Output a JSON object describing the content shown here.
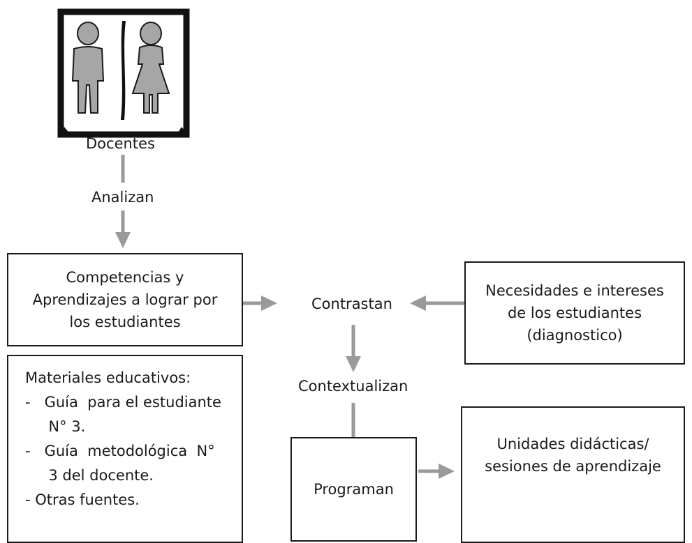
{
  "title": {
    "label": "Docentes"
  },
  "verbs": {
    "analizan": "Analizan",
    "contrastan": "Contrastan",
    "contextualizan": "Contextualizan"
  },
  "competencias": {
    "lines": [
      "Competencias y",
      "Aprendizajes a lograr por",
      "los estudiantes"
    ]
  },
  "necesidades": {
    "lines": [
      "Necesidades e intereses",
      "de los estudiantes",
      "(diagnostico)"
    ]
  },
  "materiales": {
    "lines": [
      "Materiales educativos:",
      "-   Guía  para el estudiante",
      "     N° 3.",
      "-   Guía  metodológica  N°",
      "     3 del docente.",
      "- Otras fuentes."
    ]
  },
  "programan": {
    "label": "Programan"
  },
  "unidades": {
    "lines": [
      "Unidades didácticas/",
      "sesiones de aprendizaje"
    ]
  },
  "colors": {
    "arrow": "#9a9a9a",
    "figure": "#a6a6a6",
    "border": "#1a1a1a"
  }
}
